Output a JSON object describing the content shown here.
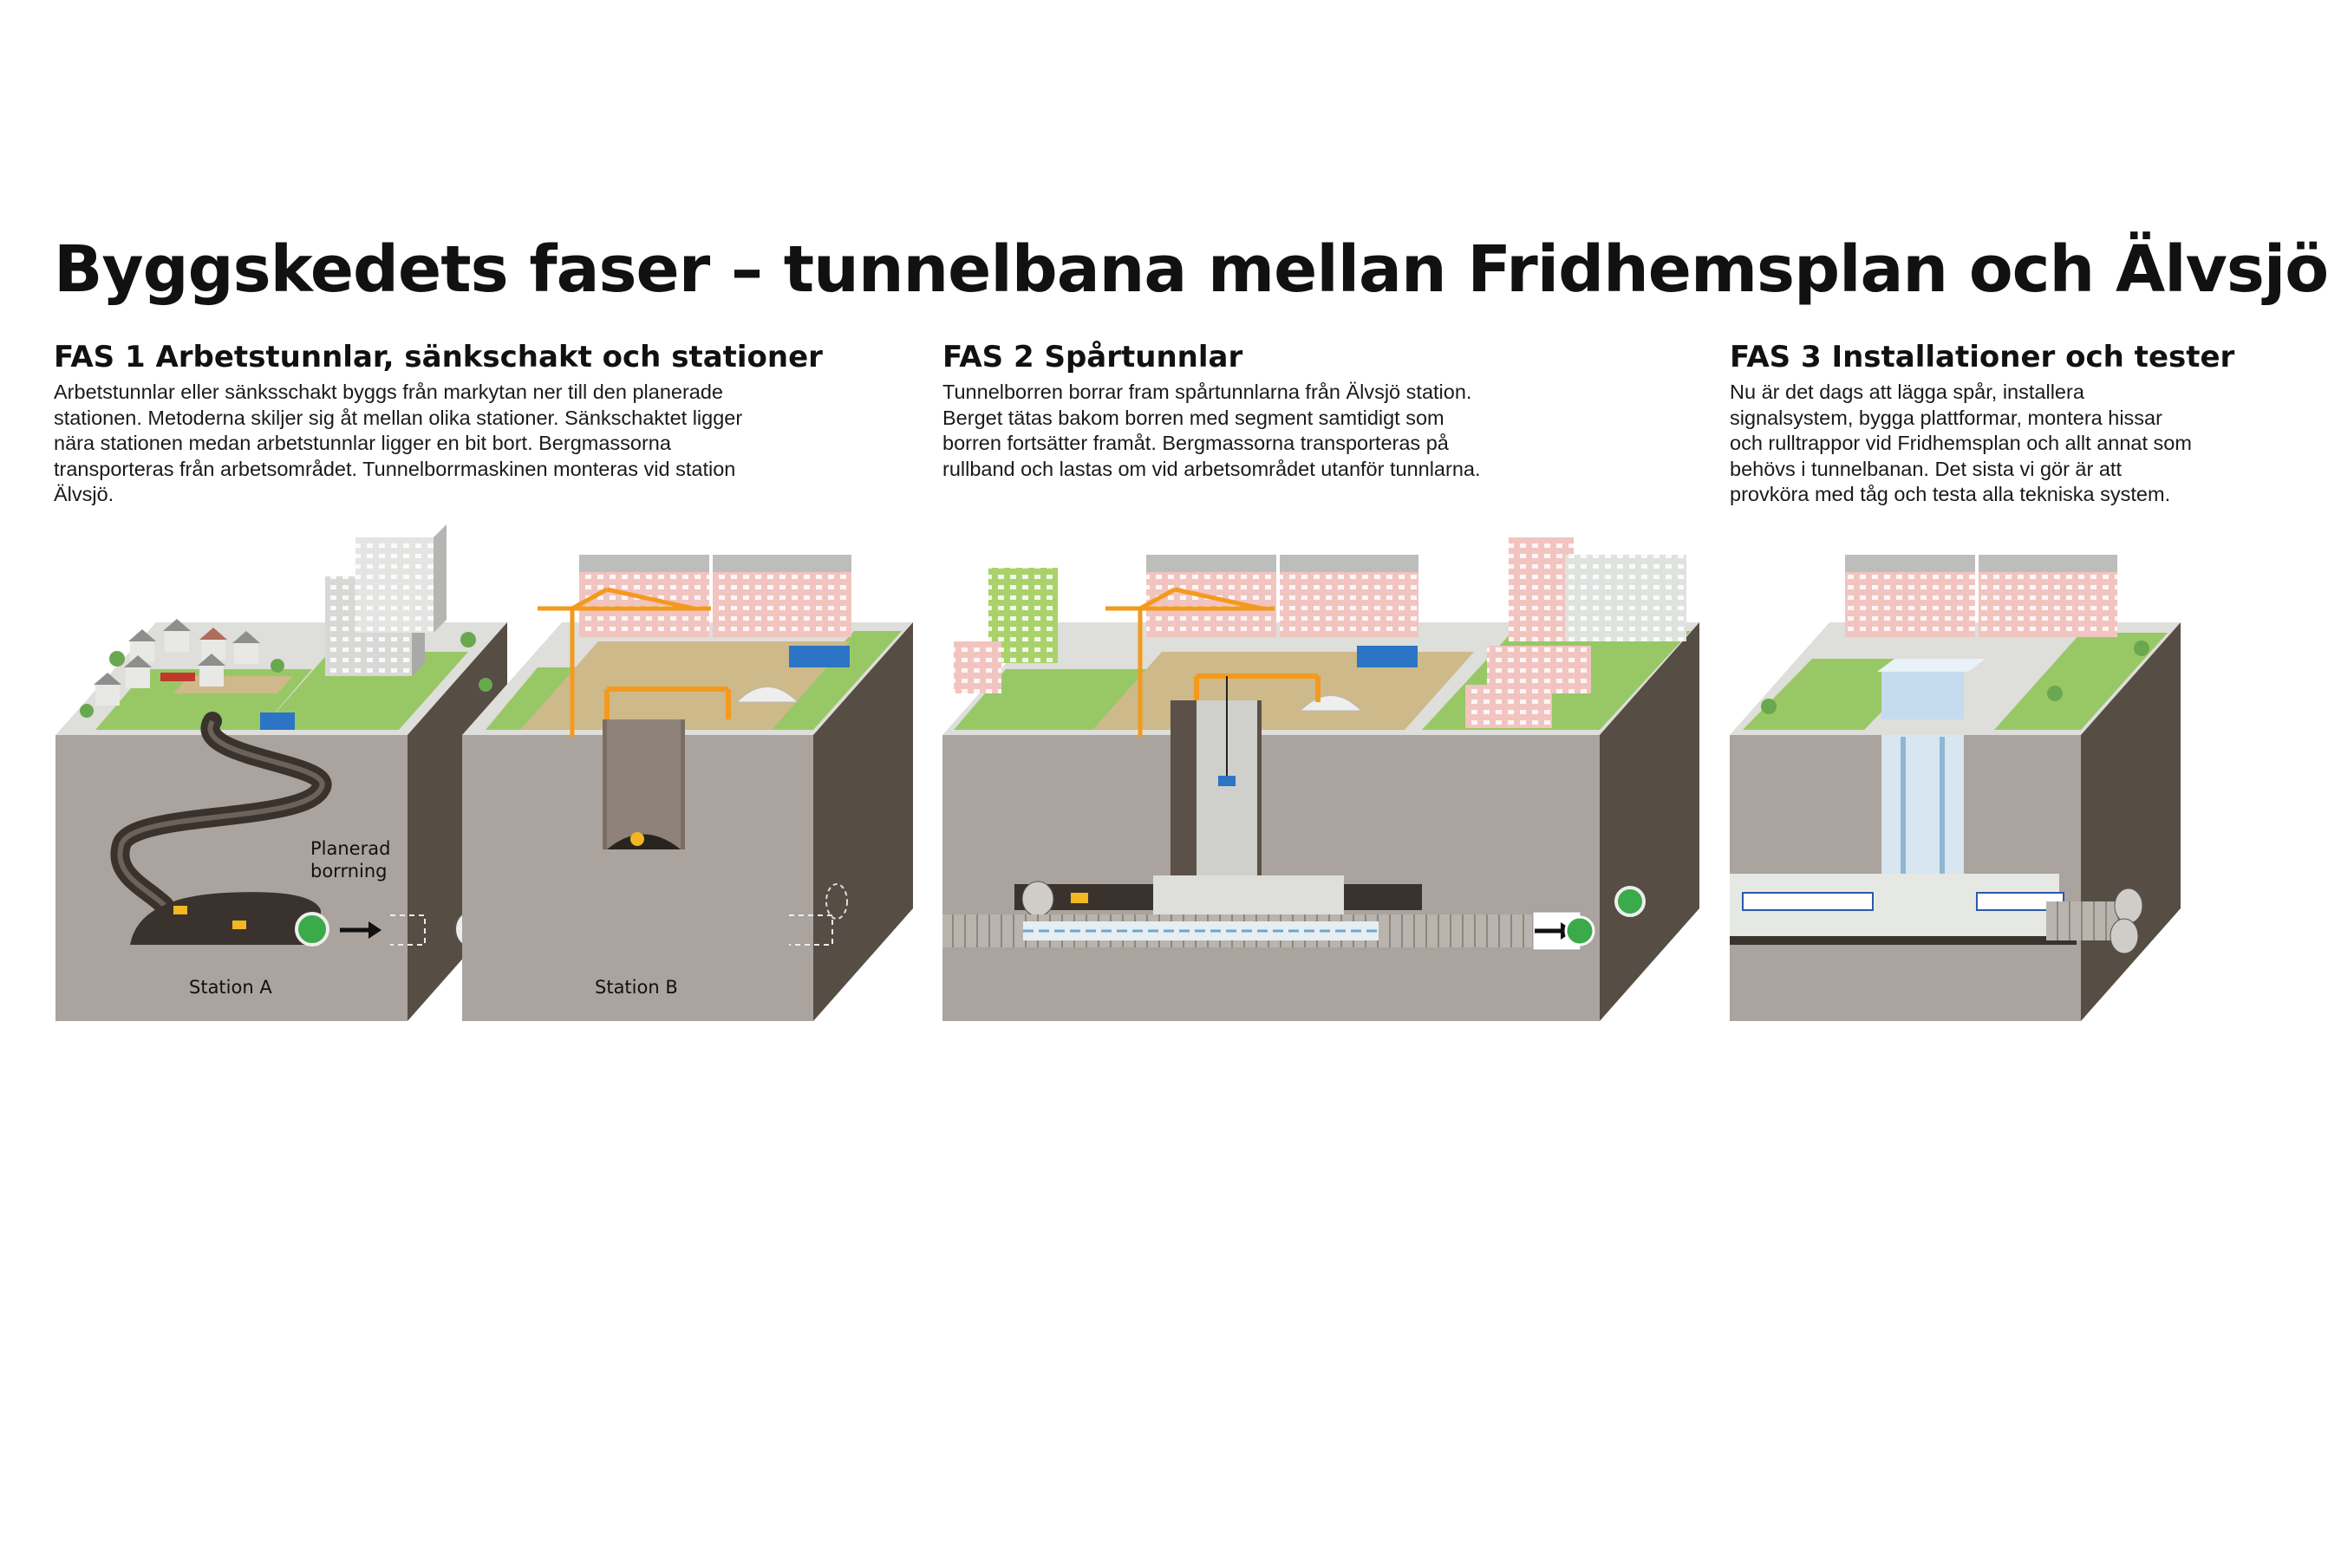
{
  "title": "Byggskedets faser – tunnelbana mellan Fridhemsplan och Älvsjö",
  "phases": [
    {
      "heading": "FAS 1 Arbetstunnlar, sänkschakt och stationer",
      "text": "Arbetstunnlar eller sänksschakt byggs från markytan ner till den planerade stationen. Metoderna skiljer sig åt mellan olika stationer. Sänkschaktet ligger nära stationen medan arbetstunnlar ligger en bit bort. Bergmassorna transporteras från arbetsområdet. Tunnelborrmaskinen monteras vid station Älvsjö."
    },
    {
      "heading": "FAS 2 Spårtunnlar",
      "text": "Tunnelborren borrar fram spårtunnlarna från Älvsjö station. Berget tätas bakom borren med segment samtidigt som borren fortsätter framåt. Bergmassorna transporteras på rullband och lastas om vid arbetsområdet utanför tunnlarna."
    },
    {
      "heading": "FAS 3 Installationer och tester",
      "text": "Nu är det dags att lägga spår, installera signalsystem, bygga plattformar, montera hissar och rulltrappor vid Fridhemsplan och allt annat som behövs i tunnelbanan. Det sista vi gör är att provköra med tåg och testa alla tekniska system."
    }
  ],
  "labels": {
    "station_a": "Station A",
    "station_b": "Station B",
    "planned_line1": "Planerad",
    "planned_line2": "borrning"
  },
  "colors": {
    "rock_front": "#aaa39e",
    "rock_side": "#564d44",
    "grass": "#98c866",
    "work_area": "#cdb98a",
    "road": "#e2e2de",
    "building_pink": "#f2c4c0",
    "building_grey": "#d8d8d6",
    "crane": "#f39a1e",
    "tbm_green": "#3aaa4a",
    "tunnel_dark": "#3a332d"
  }
}
